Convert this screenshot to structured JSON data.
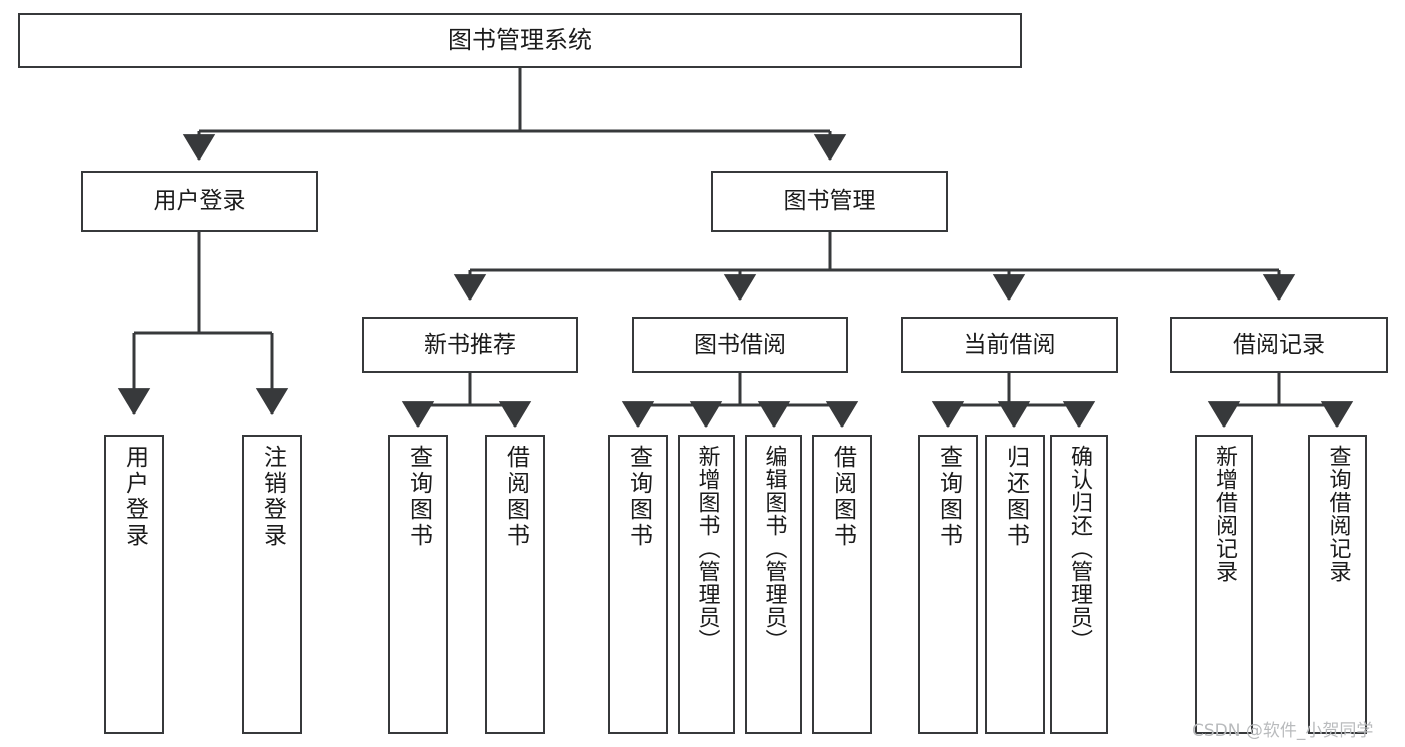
{
  "diagram": {
    "title": "图书管理系统",
    "type": "tree-hierarchy",
    "stroke_color": "#37393b",
    "text_color": "#1b1b1b",
    "background_color": "#ffffff"
  },
  "root": {
    "label": "图书管理系统"
  },
  "level2": [
    {
      "label": "用户登录"
    },
    {
      "label": "图书管理"
    }
  ],
  "level3": [
    {
      "label": "新书推荐"
    },
    {
      "label": "图书借阅"
    },
    {
      "label": "当前借阅"
    },
    {
      "label": "借阅记录"
    }
  ],
  "leaves": {
    "user_login": [
      {
        "label": "用户登录"
      },
      {
        "label": "注销登录"
      }
    ],
    "new_book_recommend": [
      {
        "label": "查询图书"
      },
      {
        "label": "借阅图书"
      }
    ],
    "book_borrow": [
      {
        "label": "查询图书"
      },
      {
        "label": "新增图书（管理员）"
      },
      {
        "label": "编辑图书（管理员）"
      },
      {
        "label": "借阅图书"
      }
    ],
    "current_borrow": [
      {
        "label": "查询图书"
      },
      {
        "label": "归还图书"
      },
      {
        "label": "确认归还（管理员）"
      }
    ],
    "borrow_records": [
      {
        "label": "新增借阅记录"
      },
      {
        "label": "查询借阅记录"
      }
    ]
  },
  "watermark": {
    "text": "CSDN @软件_小贺同学"
  }
}
